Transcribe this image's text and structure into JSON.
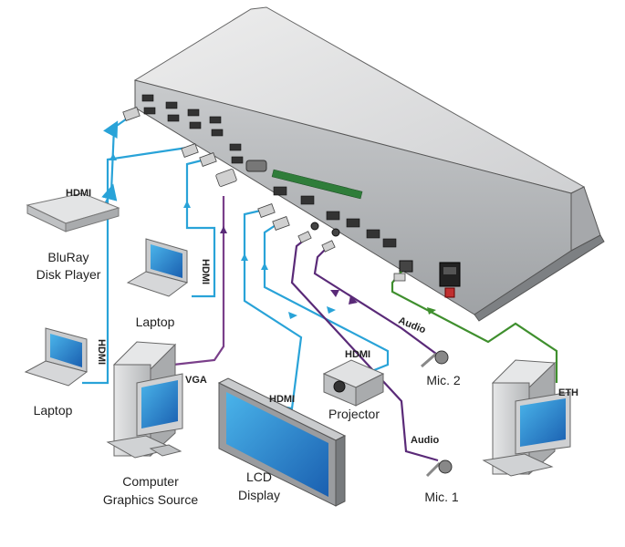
{
  "devices": {
    "bluray_line1": "BluRay",
    "bluray_line2": "Disk Player",
    "laptop_center": "Laptop",
    "laptop_left": "Laptop",
    "computer_line1": "Computer",
    "computer_line2": "Graphics Source",
    "lcd_line1": "LCD",
    "lcd_line2": "Display",
    "projector": "Projector",
    "mic2": "Mic. 2",
    "mic1": "Mic. 1"
  },
  "cables": {
    "bluray_hdmi": "HDMI",
    "laptop_center_hdmi": "HDMI",
    "laptop_left_hdmi": "HDMI",
    "computer_vga": "VGA",
    "lcd_hdmi": "HDMI",
    "projector_hdmi": "HDMI",
    "mic2_audio": "Audio",
    "mic1_audio": "Audio",
    "eth": "ETH"
  },
  "colors": {
    "hdmi": "#29a3d8",
    "vga": "#7a3f8a",
    "audio": "#5a2a78",
    "eth": "#3f8f2e",
    "chassis_top": "#d9dadb",
    "chassis_front": "#bfc1c3",
    "outline": "#555555"
  }
}
